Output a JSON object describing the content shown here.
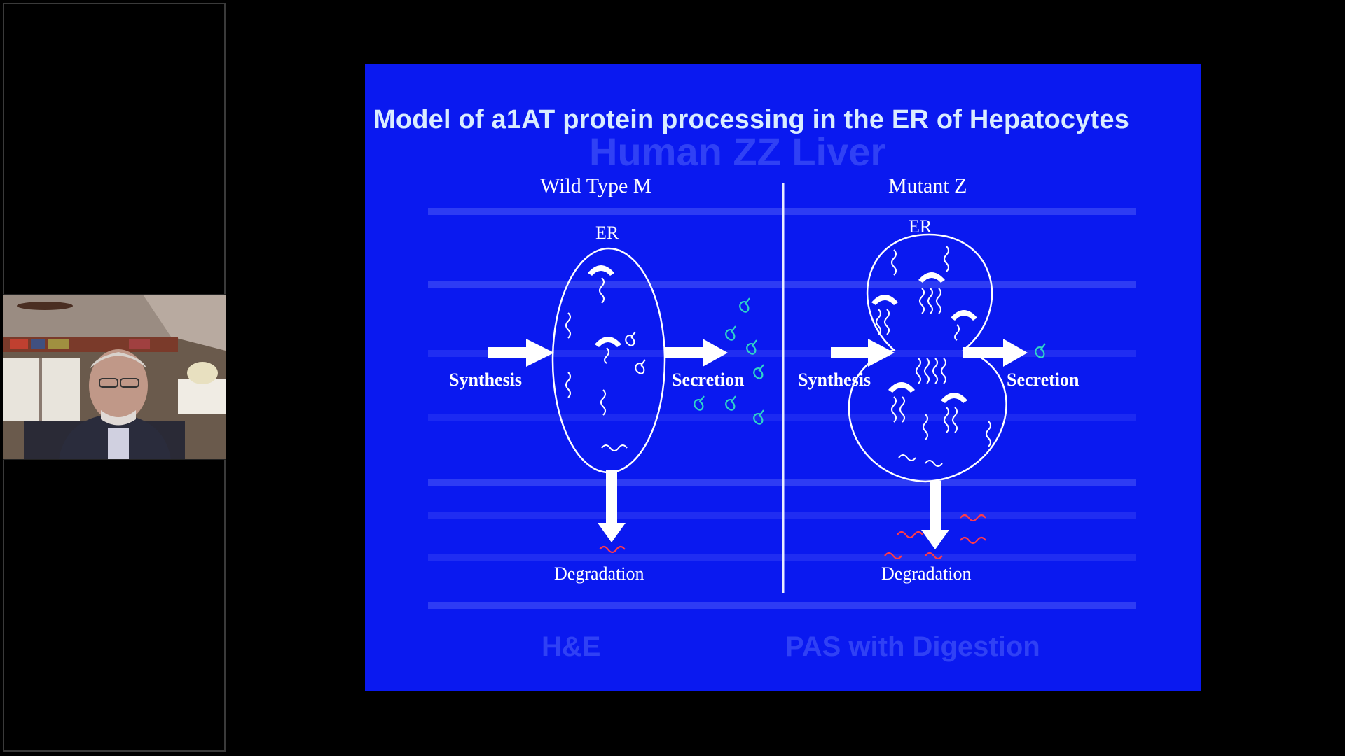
{
  "slide": {
    "title": "Model of a1AT protein processing in the ER of Hepatocytes",
    "ghost_top": "Human ZZ Liver",
    "ghost_bottom_left": "H&E",
    "ghost_bottom_right": "PAS with Digestion",
    "left_panel": {
      "heading": "Wild Type M",
      "er_label": "ER",
      "synthesis_label": "Synthesis",
      "secretion_label": "Secretion",
      "degradation_label": "Degradation"
    },
    "right_panel": {
      "heading": "Mutant Z",
      "er_label": "ER",
      "synthesis_label": "Synthesis",
      "secretion_label": "Secretion",
      "degradation_label": "Degradation"
    }
  },
  "colors": {
    "slide_background": "#0a19f0",
    "title_text": "#d9ecff",
    "secreted_protein": "#2fd4c8",
    "degraded_protein": "#ff3a4a"
  }
}
